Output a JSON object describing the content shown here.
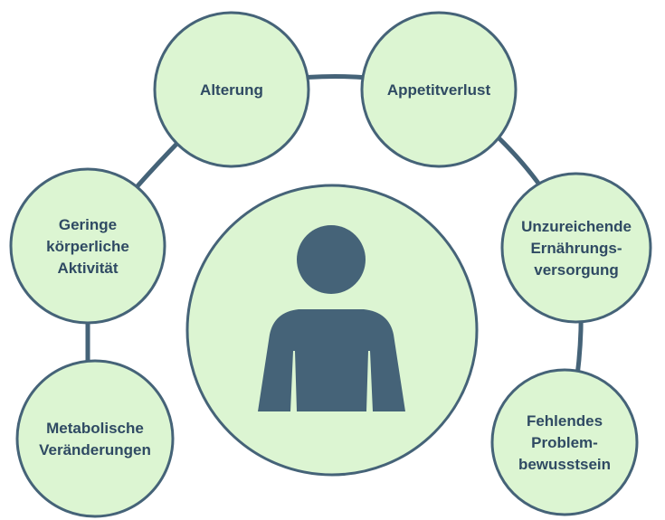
{
  "diagram": {
    "colors": {
      "node_fill": "#dcf5d2",
      "node_stroke": "#456378",
      "connector": "#456378",
      "text": "#2f4a63",
      "person_icon": "#456378"
    },
    "center": {
      "icon": "person-icon"
    },
    "factors": [
      {
        "lines": [
          "Alterung"
        ]
      },
      {
        "lines": [
          "Appetitverlust"
        ]
      },
      {
        "lines": [
          "Unzureichende",
          "Ernährungs-",
          "versorgung"
        ]
      },
      {
        "lines": [
          "Fehlendes",
          "Problem-",
          "bewusstsein"
        ]
      },
      {
        "lines": [
          "Geringe",
          "körperliche",
          "Aktivität"
        ]
      },
      {
        "lines": [
          "Metabolische",
          "Veränderungen"
        ]
      }
    ]
  }
}
